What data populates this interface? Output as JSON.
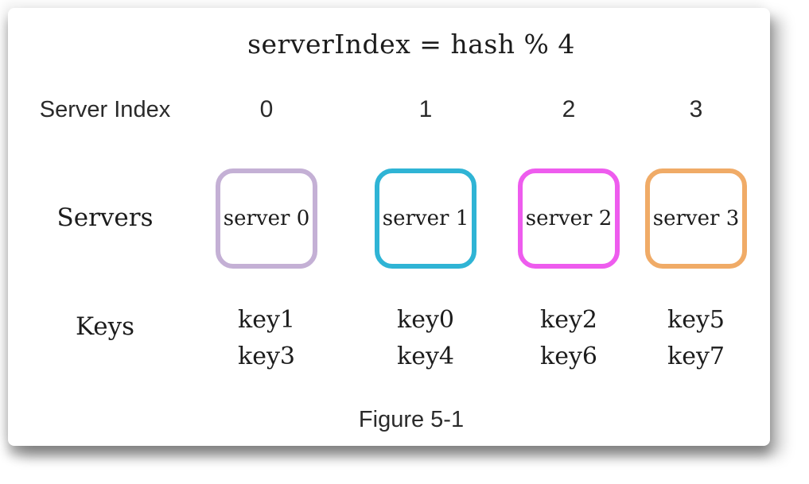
{
  "figure": {
    "formula": "serverIndex = hash % 4",
    "caption": "Figure 5-1",
    "rows": {
      "index_label": "Server Index",
      "servers_label": "Servers",
      "keys_label": "Keys"
    },
    "columns": [
      {
        "index": "0",
        "server": "server 0",
        "keys": [
          "key1",
          "key3"
        ],
        "color": "#c4b0d5"
      },
      {
        "index": "1",
        "server": "server 1",
        "keys": [
          "key0",
          "key4"
        ],
        "color": "#2fb4d5"
      },
      {
        "index": "2",
        "server": "server 2",
        "keys": [
          "key2",
          "key6"
        ],
        "color": "#ee5cee"
      },
      {
        "index": "3",
        "server": "server 3",
        "keys": [
          "key5",
          "key7"
        ],
        "color": "#f0ab67"
      }
    ]
  }
}
